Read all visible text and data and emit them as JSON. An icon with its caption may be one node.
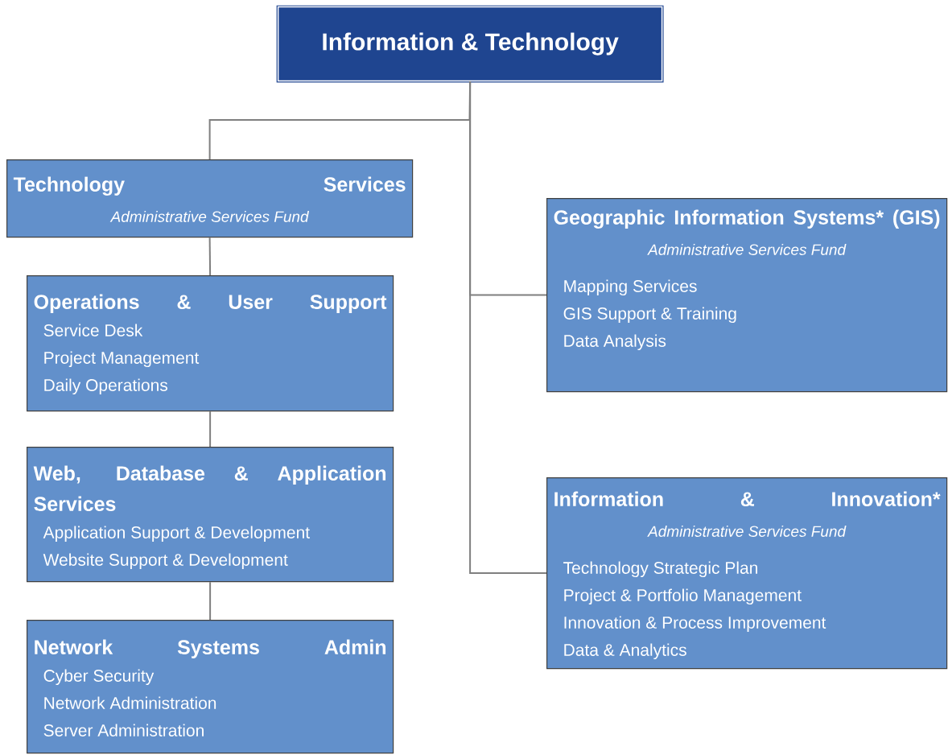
{
  "diagram": {
    "nodes": [
      {
        "text": [
          "Information & Technology"
        ]
      },
      {
        "text": [
          "Technology Services",
          "Administrative Services Fund"
        ]
      },
      {
        "text": [
          "Operations & User Support",
          "Service Desk",
          "Project Management",
          "Daily Operations"
        ]
      },
      {
        "text": [
          "Web, Database & Application Services",
          "Application Support & Development",
          "Website Support & Development"
        ]
      },
      {
        "text": [
          "Network Systems Admin",
          "Cyber Security",
          "Network Administration",
          "Server Administration"
        ]
      },
      {
        "text": [
          "Geographic Information Systems* (GIS)",
          "Administrative Services Fund",
          "Mapping Services",
          "GIS Support & Training",
          "Data Analysis"
        ]
      },
      {
        "text": [
          "Information & Innovation*",
          "Administrative Services Fund",
          "Technology Strategic Plan",
          "Project & Portfolio Management",
          "Innovation & Process Improvement",
          "Data & Analytics"
        ]
      }
    ],
    "edges": [
      {
        "from": 0,
        "to": 1,
        "arrow": "none"
      },
      {
        "from": 0,
        "to": 5,
        "arrow": "none"
      },
      {
        "from": 0,
        "to": 6,
        "arrow": "none"
      },
      {
        "from": 1,
        "to": 2,
        "arrow": "none"
      },
      {
        "from": 2,
        "to": 3,
        "arrow": "none"
      },
      {
        "from": 3,
        "to": 4,
        "arrow": "none"
      }
    ]
  }
}
